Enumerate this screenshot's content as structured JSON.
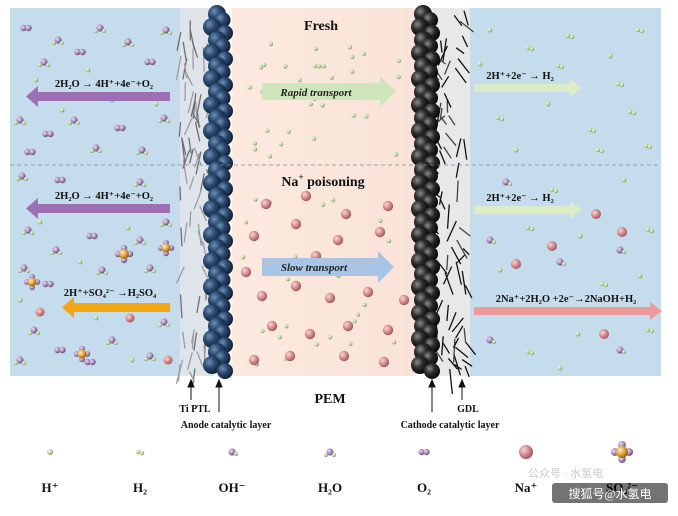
{
  "colors": {
    "electrolyte": "#c5dced",
    "pem": "#fbe7dc",
    "anode_particles": "#1e3653",
    "cathode_particles": "#1c1c1c",
    "purple_arrow": "#9a70b4",
    "green_arrow": "#cfe6bd",
    "orange_arrow": "#f2a712",
    "pink_arrow": "#ef9a9a",
    "blue_arrow": "#a9c5e6"
  },
  "top_panel": {
    "title": "Fresh",
    "anode_reaction": "2H₂O → 4H⁺+4e⁻+O₂",
    "transport": "Rapid transport",
    "cathode_reaction": "2H⁺+2e⁻ → H₂"
  },
  "bottom_panel": {
    "title_prefix": "Na",
    "title_sup": "+",
    "title_suffix": " poisoning",
    "anode_reaction": "2H₂O → 4H⁺+4e⁻+O₂",
    "anode_reaction_2": "2H⁺+SO₄²⁻ →H₂SO₄",
    "transport": "Slow transport",
    "cathode_reaction": "2H⁺+2e⁻ → H₂",
    "cathode_reaction_2": "2Na⁺+2H₂O +2e⁻→2NaOH+H₂"
  },
  "component_labels": {
    "ti_ptl": "Ti PTL",
    "anode_layer": "Anode catalytic layer",
    "pem": "PEM",
    "gdl": "GDL",
    "cathode_layer": "Cathode catalytic layer"
  },
  "legend": [
    {
      "icon": "h-plus-icon",
      "label": "H⁺"
    },
    {
      "icon": "h2-icon",
      "label": "H₂"
    },
    {
      "icon": "oh-minus-icon",
      "label": "OH⁻"
    },
    {
      "icon": "h2o-icon",
      "label": "H₂O"
    },
    {
      "icon": "o2-icon",
      "label": "O₂"
    },
    {
      "icon": "na-plus-icon",
      "label": "Na⁺"
    },
    {
      "icon": "so4-icon",
      "label": "SO₄²⁻"
    }
  ],
  "watermark": "搜狐号@水氢电",
  "watermark_faint": "公众号 · 水氢电"
}
